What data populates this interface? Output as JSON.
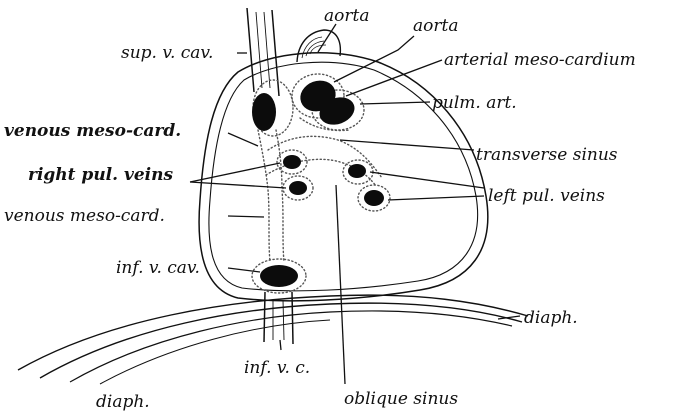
{
  "labels": {
    "aorta_top": "aorta",
    "aorta": "aorta",
    "sup_v_cav": "sup. v. cav.",
    "arterial_meso_cardium": "arterial meso-cardium",
    "pulm_art": "pulm. art.",
    "venous_meso_card_upper": "venous meso-card.",
    "transverse_sinus": "transverse sinus",
    "right_pul_veins": "right pul. veins",
    "left_pul_veins": "left pul. veins",
    "venous_meso_card_lower": "venous meso-card.",
    "inf_v_cav": "inf. v. cav.",
    "diaph_right": "diaph.",
    "inf_v_c": "inf. v. c.",
    "diaph_left": "diaph.",
    "oblique_sinus": "oblique sinus"
  },
  "colors": {
    "ink": "#111111",
    "vessel": "#0c0c0c"
  }
}
